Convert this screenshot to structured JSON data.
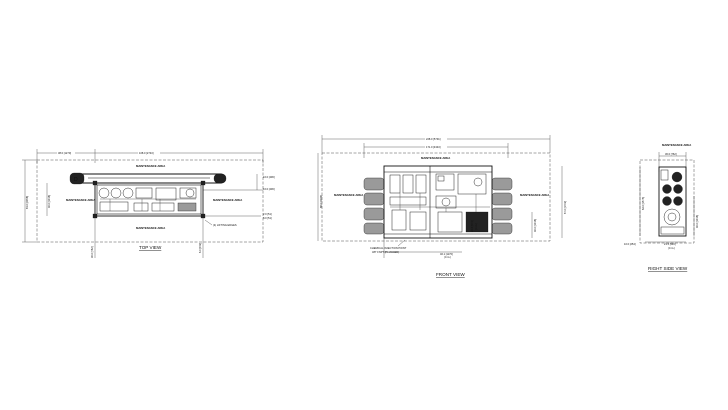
{
  "views": {
    "top": {
      "title": "TOP VIEW",
      "maint_top": "MAINTENANCE AREA",
      "maint_left": "MAINTENANCE AREA",
      "maint_right": "MAINTENANCE AREA",
      "maint_bottom": "MAINTENANCE AREA",
      "dim_top_left": "38.0 [1270]",
      "dim_top_main": "108.0 [2743]",
      "dim_left_outer": "81.0 [2058]",
      "dim_left_inner": "40.0 [1016]",
      "dim_right_a": "16.0 [406]",
      "dim_right_b": "16.0 [406]",
      "dim_right_c": "2.0 [51]",
      "dim_right_d": "8.0 [51]",
      "lifting_note": "(4) LIFTING EDGES",
      "dim_bottom_left": "30.0 [762]",
      "dim_bottom_right": "6.0 [152]"
    },
    "front": {
      "title": "FRONT VIEW",
      "maint_top": "MAINTENANCE AREA",
      "maint_left": "MAINTENANCE AREA",
      "maint_right": "MAINTENANCE AREA",
      "dim_overall": "228.0 [5791]",
      "dim_inner": "171.0 [4343]",
      "dim_left_height": "86.0 [2184]",
      "dim_right_height": "67.0 [1702]",
      "dim_right_small": "40.0 [1016]",
      "dim_bottom_a": "46.1 [1170]",
      "dim_bottom_a_sub": "(C.G.)",
      "dim_bottom_b": "22.6 [574]",
      "dim_bottom_b_sub": "(C.G.)",
      "injection_note_1": "CHEMICAL INJECTION POINT",
      "injection_note_2": "3/8\" FNPT (PLUGGED)"
    },
    "side": {
      "title": "RIGHT SIDE VIEW",
      "maint_top": "MAINTENANCE AREA",
      "dim_top": "30.0 [762]",
      "dim_left": "62.0 [1575]",
      "dim_right": "40.0 [1016]",
      "dim_bottom_left": "10.0 [254]",
      "dim_bottom_right": "21.5 [546]",
      "dim_bottom_right_sub": "(C.G.)"
    }
  }
}
